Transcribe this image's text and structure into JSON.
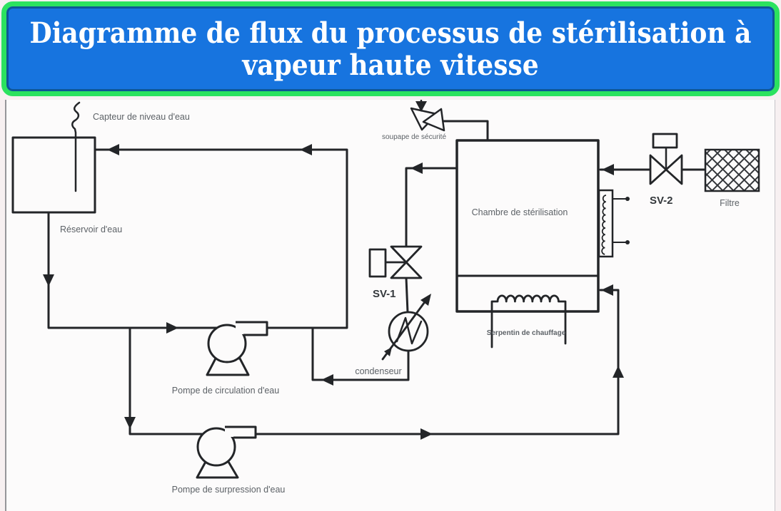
{
  "title": {
    "line1": "Diagramme de flux du processus de stérilisation à",
    "line2": "vapeur haute vitesse"
  },
  "colors": {
    "banner_background": "#1774df",
    "banner_border": "#2ce25f",
    "banner_text": "#ffffff",
    "diagram_line": "#222222",
    "label_text": "#5d6267",
    "canvas_background": "#fcfbfb",
    "page_background": "#f7f0f1"
  },
  "diagram": {
    "labels": {
      "water_level_sensor": "Capteur de niveau d'eau",
      "water_reservoir": "Réservoir d'eau",
      "circulation_pump": "Pompe de circulation d'eau",
      "booster_pump": "Pompe de surpression d'eau",
      "safety_valve": "soupape de sécurité",
      "valve_sv1": "SV-1",
      "condenser": "condenseur",
      "sterilization_chamber": "Chambre de stérilisation",
      "heating_coil": "Serpentin de chauffage",
      "valve_sv2": "SV-2",
      "filter": "Filtre"
    }
  }
}
